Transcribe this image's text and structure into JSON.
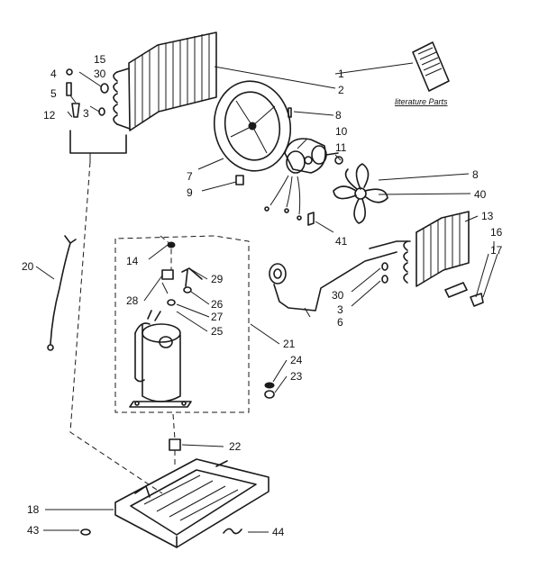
{
  "literature_label": "literature Parts",
  "callouts": {
    "c1": "1",
    "c2": "2",
    "c3a": "3",
    "c3b": "3",
    "c4": "4",
    "c5": "5",
    "c6": "6",
    "c7": "7",
    "c8a": "8",
    "c8b": "8",
    "c9": "9",
    "c10": "10",
    "c11": "11",
    "c12": "12",
    "c13": "13",
    "c14": "14",
    "c15": "15",
    "c16": "16",
    "c17": "17",
    "c18": "18",
    "c20": "20",
    "c21": "21",
    "c22": "22",
    "c23": "23",
    "c24": "24",
    "c25": "25",
    "c26": "26",
    "c27": "27",
    "c28": "28",
    "c29": "29",
    "c30a": "30",
    "c30b": "30",
    "c40": "40",
    "c41": "41",
    "c43": "43",
    "c44": "44"
  }
}
